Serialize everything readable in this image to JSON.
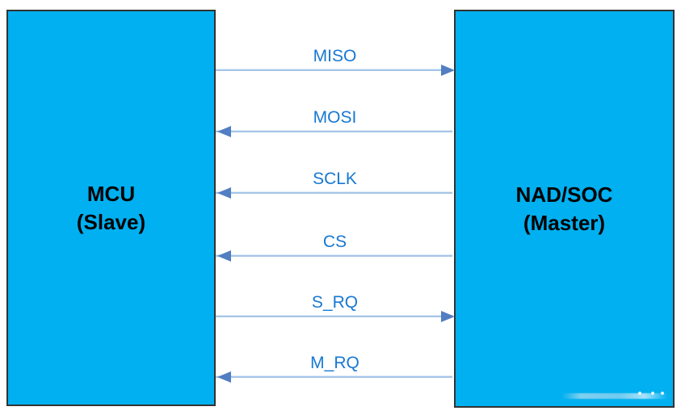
{
  "diagram": {
    "left_box": {
      "title": "MCU",
      "subtitle": "(Slave)"
    },
    "right_box": {
      "title": "NAD/SOC",
      "subtitle": "(Master)"
    },
    "signals": [
      {
        "label": "MISO",
        "direction": "right"
      },
      {
        "label": "MOSI",
        "direction": "left"
      },
      {
        "label": "SCLK",
        "direction": "left"
      },
      {
        "label": "CS",
        "direction": "left"
      },
      {
        "label": "S_RQ",
        "direction": "right"
      },
      {
        "label": "M_RQ",
        "direction": "left"
      }
    ],
    "colors": {
      "box_fill": "#00B0F0",
      "box_border": "#333333",
      "box_text": "#000000",
      "line": "#A6C6E8",
      "arrowhead": "#527EC2",
      "signal_text": "#1878D2"
    }
  }
}
